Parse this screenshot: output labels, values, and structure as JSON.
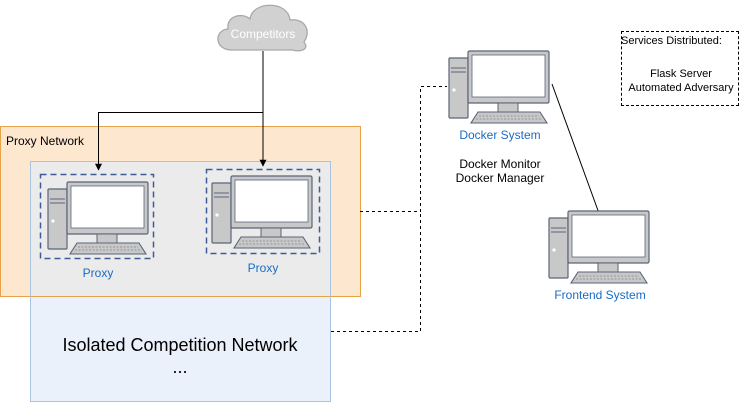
{
  "cloud": {
    "label": "Competitors"
  },
  "proxy_network": {
    "label": "Proxy Network"
  },
  "isolated_network": {
    "label": "Isolated Competition Network",
    "ellipsis": "..."
  },
  "proxies": [
    {
      "label": "Proxy"
    },
    {
      "label": "Proxy"
    }
  ],
  "docker_system": {
    "label": "Docker System",
    "services": [
      "Docker Monitor",
      "Docker Manager"
    ]
  },
  "frontend_system": {
    "label": "Frontend System"
  },
  "legend": {
    "title": "Services Distributed:",
    "items": [
      "Flask Server",
      "Automated Adversary"
    ]
  },
  "colors": {
    "proxy_fill": "#fde7cf",
    "proxy_border": "#e8a24a",
    "isolated_fill": "#eaf1fb",
    "isolated_border": "#a9c3e3",
    "overlap_fill": "#ebebeb",
    "cloud_fill": "#d1d1d1",
    "cloud_border": "#a9a9a9",
    "label_blue": "#1a6bc4"
  }
}
